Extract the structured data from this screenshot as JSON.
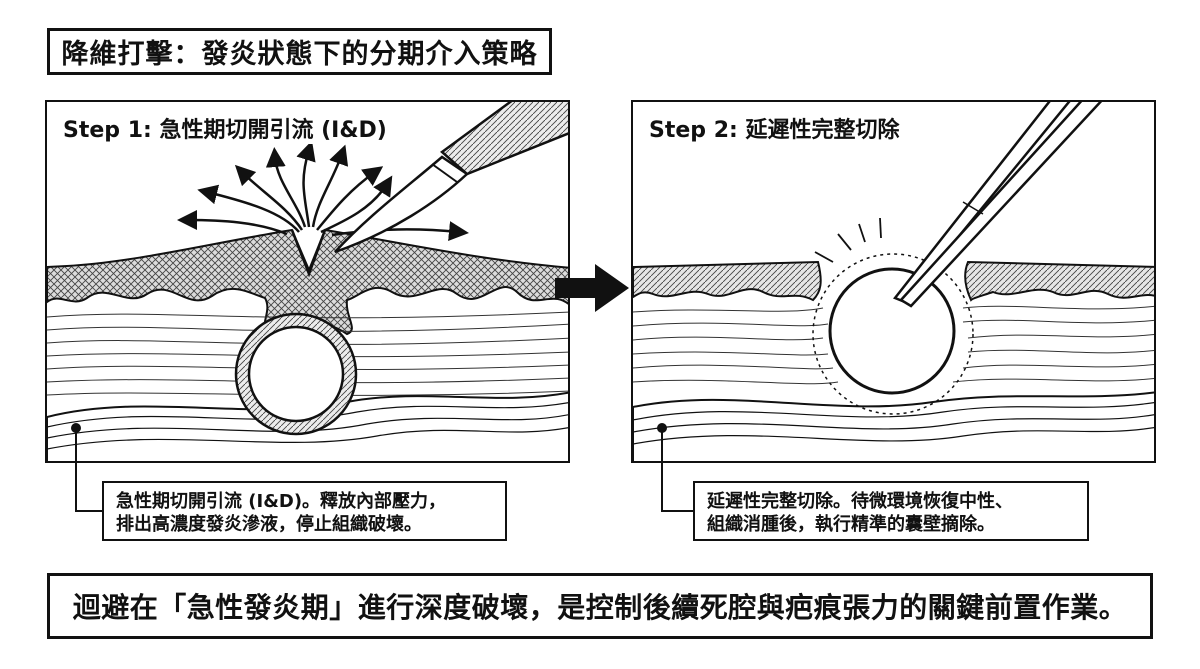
{
  "title": "降維打擊：發炎狀態下的分期介入策略",
  "steps": [
    {
      "label": "Step 1: 急性期切開引流 (I&D)",
      "caption": [
        "急性期切開引流 (I&D)。釋放內部壓力，",
        "排出高濃度發炎滲液，停止組織破壞。"
      ]
    },
    {
      "label": "Step 2: 延遲性完整切除",
      "caption": [
        "延遲性完整切除。待微環境恢復中性、",
        "組織消腫後，執行精準的囊壁摘除。"
      ]
    }
  ],
  "conclusion": "迴避在「急性發炎期」進行深度破壞，是控制後續死腔與疤痕張力的關鍵前置作業。"
}
